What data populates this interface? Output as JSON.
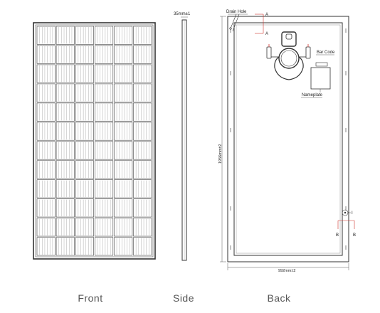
{
  "views": {
    "front": "Front",
    "side": "Side",
    "back": "Back"
  },
  "front_panel": {
    "cell_columns": 6,
    "cell_rows": 12
  },
  "annotations": {
    "side_thickness": "35mm±1",
    "drain_hole": "Drain Hole",
    "section_a_top": "A",
    "section_a_bottom": "A",
    "bar_code": "Bar Code",
    "nameplate": "Nameplate",
    "height_dim": "1956mm±2",
    "width_dim": "992mm±2",
    "detail_i": "I",
    "section_b_left": "B",
    "section_b_right": "B"
  },
  "colors": {
    "line": "#333333",
    "annotation_red": "#d0322d",
    "view_label": "#555555"
  }
}
